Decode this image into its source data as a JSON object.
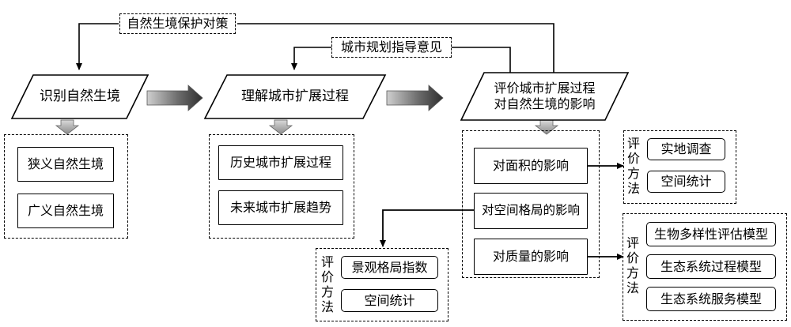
{
  "top_policy": "自然生境保护对策",
  "planning_guidance": "城市规划指导意见",
  "stage1": {
    "title": "识别自然生境",
    "items": [
      "狭义自然生境",
      "广义自然生境"
    ]
  },
  "stage2": {
    "title": "理解城市扩展过程",
    "items": [
      "历史城市扩展过程",
      "未来城市扩展趋势"
    ]
  },
  "stage3": {
    "title_line1": "评价城市扩展过程",
    "title_line2": "对自然生境的影响",
    "items": [
      "对面积的影响",
      "对空间格局的影响",
      "对质量的影响"
    ]
  },
  "methods_area": {
    "label": [
      "评",
      "价",
      "方",
      "法"
    ],
    "items": [
      "实地调查",
      "空间统计"
    ]
  },
  "methods_quality": {
    "label": [
      "评",
      "价",
      "方",
      "法"
    ],
    "items": [
      "生物多样性评估模型",
      "生态系统过程模型",
      "生态系统服务模型"
    ]
  },
  "methods_pattern": {
    "label": [
      "评",
      "价",
      "方",
      "法"
    ],
    "items": [
      "景观格局指数",
      "空间统计"
    ]
  }
}
